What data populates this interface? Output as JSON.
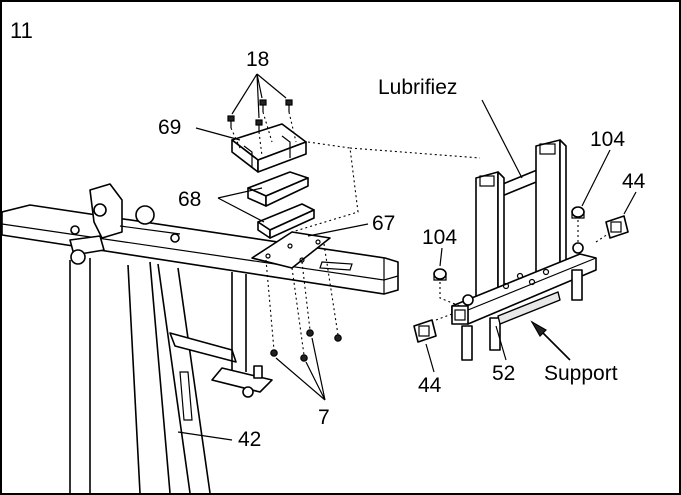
{
  "step_number": "11",
  "labels": {
    "part_18": "18",
    "part_69": "69",
    "part_68": "68",
    "part_67": "67",
    "part_7": "7",
    "part_42": "42",
    "lubrifiez": "Lubrifiez",
    "part_104_right": "104",
    "part_104_left": "104",
    "part_44_right": "44",
    "part_44_left": "44",
    "part_52": "52",
    "support": "Support"
  }
}
